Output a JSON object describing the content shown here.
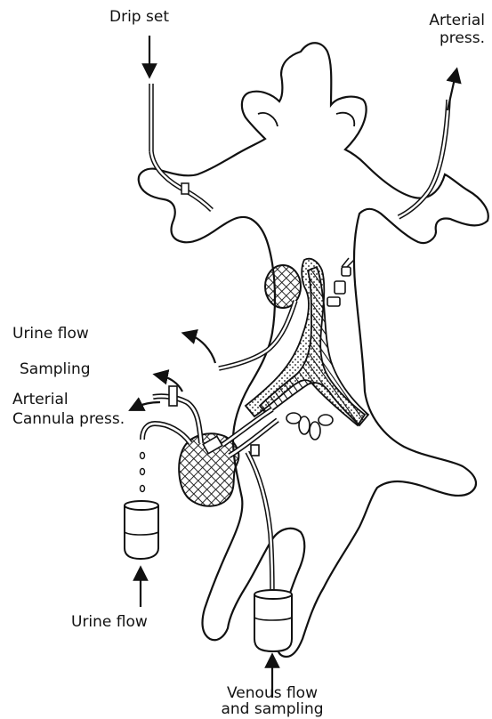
{
  "labels": {
    "drip_set": "Drip set",
    "arterial_press_line1": "Arterial",
    "arterial_press_line2": "press.",
    "urine_flow_top": "Urine flow",
    "sampling": "Sampling",
    "arterial_line": "Arterial",
    "cannula_press": "Cannula press.",
    "urine_flow_bottom": "Urine flow",
    "venous_flow_line1": "Venous flow",
    "venous_flow_line2": "and sampling"
  },
  "colors": {
    "ink": "#111111",
    "background": "#ffffff"
  }
}
